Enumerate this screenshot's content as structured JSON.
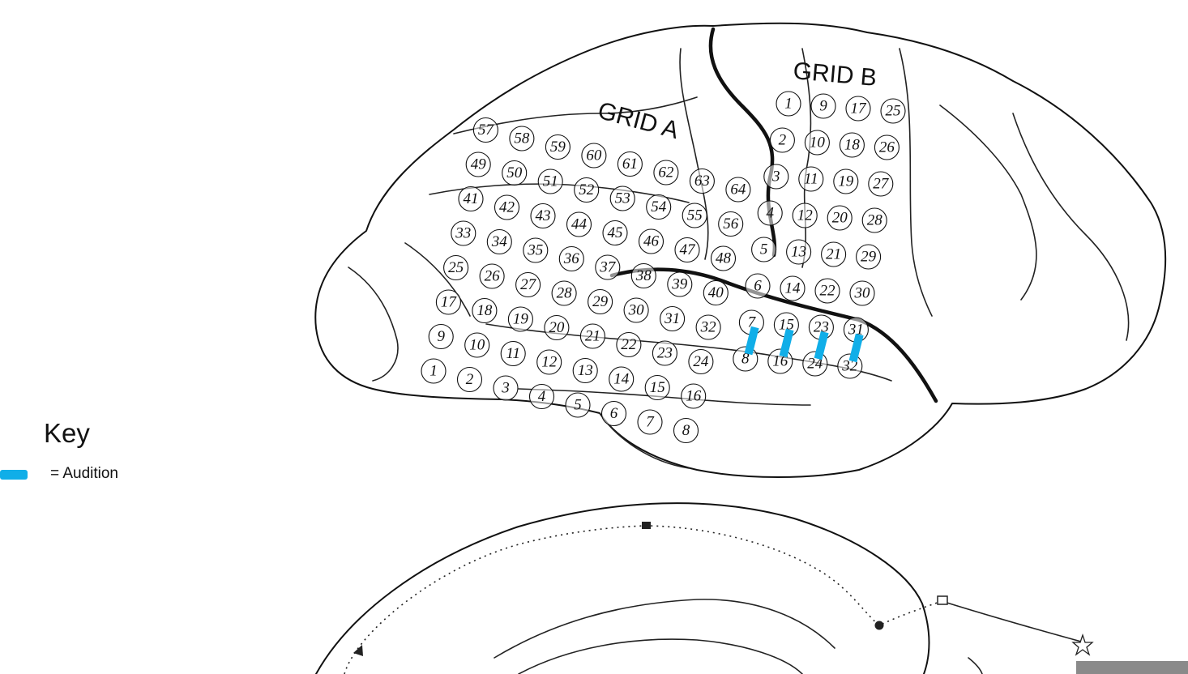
{
  "grids": [
    {
      "label": "GRID A",
      "electrodes": [
        "1",
        "2",
        "3",
        "4",
        "5",
        "6",
        "7",
        "8",
        "9",
        "10",
        "11",
        "12",
        "13",
        "14",
        "15",
        "16",
        "17",
        "18",
        "19",
        "20",
        "21",
        "22",
        "23",
        "24",
        "25",
        "26",
        "27",
        "28",
        "29",
        "30",
        "31",
        "32",
        "33",
        "34",
        "35",
        "36",
        "37",
        "38",
        "39",
        "40",
        "41",
        "42",
        "43",
        "44",
        "45",
        "46",
        "47",
        "48",
        "49",
        "50",
        "51",
        "52",
        "53",
        "54",
        "55",
        "56",
        "57",
        "58",
        "59",
        "60",
        "61",
        "62",
        "63",
        "64"
      ]
    },
    {
      "label": "GRID B",
      "electrodes": [
        "1",
        "2",
        "3",
        "4",
        "5",
        "6",
        "7",
        "8",
        "9",
        "10",
        "11",
        "12",
        "13",
        "14",
        "15",
        "16",
        "17",
        "18",
        "19",
        "20",
        "21",
        "22",
        "23",
        "24",
        "25",
        "26",
        "27",
        "28",
        "29",
        "30",
        "31",
        "32"
      ]
    }
  ],
  "audition_sites": [
    {
      "grid": "GRID B",
      "electrodes": [
        "7",
        "8"
      ]
    },
    {
      "grid": "GRID B",
      "electrodes": [
        "15",
        "16"
      ]
    },
    {
      "grid": "GRID B",
      "electrodes": [
        "23",
        "24"
      ]
    },
    {
      "grid": "GRID B",
      "electrodes": [
        "31",
        "32"
      ]
    }
  ],
  "key": {
    "title": "Key",
    "items": [
      {
        "label": "=  Audition",
        "color": "#10aee8"
      }
    ]
  }
}
